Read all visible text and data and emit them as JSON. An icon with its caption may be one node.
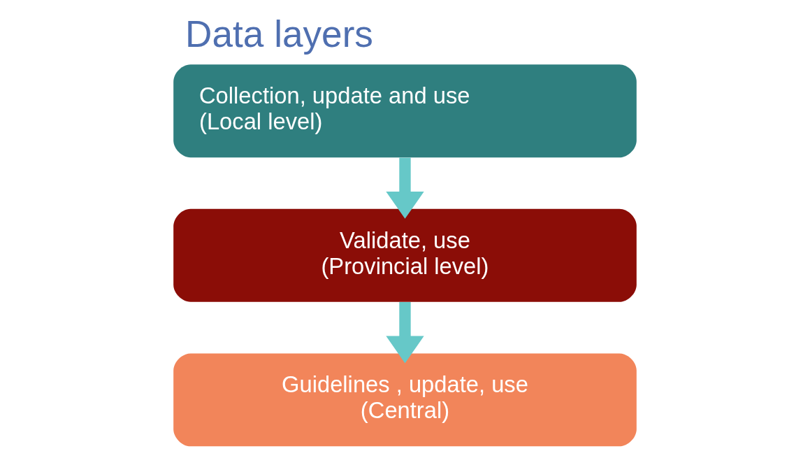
{
  "diagram": {
    "title": "Data layers",
    "nodes": [
      {
        "text": [
          "Collection, update and use",
          "(Local level)"
        ]
      },
      {
        "text": [
          "Validate, use",
          "(Provincial level)"
        ]
      },
      {
        "text": [
          "Guidelines , update, use",
          "(Central)"
        ]
      }
    ],
    "edges": [
      {
        "from": 0,
        "to": 1,
        "arrow": "to"
      },
      {
        "from": 1,
        "to": 2,
        "arrow": "to"
      }
    ]
  }
}
